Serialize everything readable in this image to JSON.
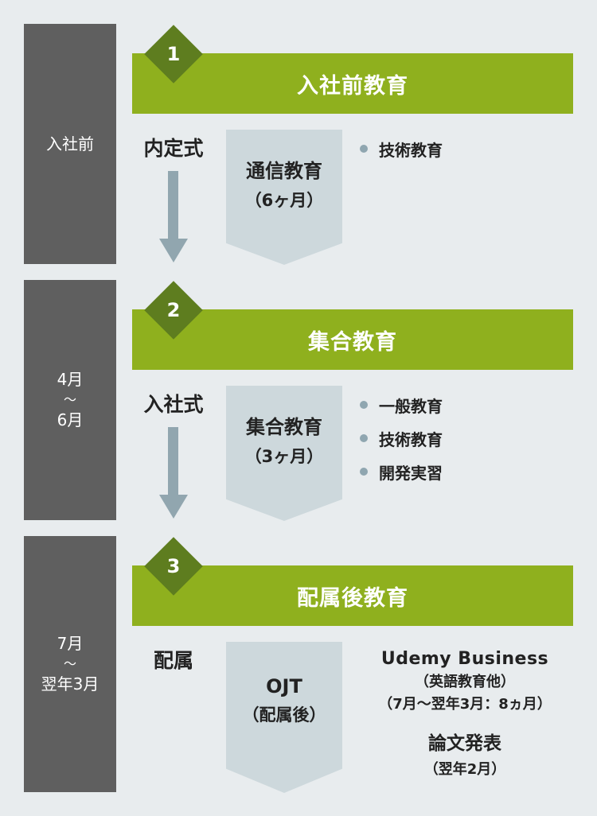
{
  "stages": [
    {
      "period": [
        "入社前"
      ],
      "number": "1",
      "title": "入社前教育",
      "event": "内定式",
      "box_title": "通信教育",
      "box_sub": "（6ヶ月）",
      "bullets": [
        "技術教育"
      ]
    },
    {
      "period": [
        "4月",
        "〜",
        "6月"
      ],
      "number": "2",
      "title": "集合教育",
      "event": "入社式",
      "box_title": "集合教育",
      "box_sub": "（3ヶ月）",
      "bullets": [
        "一般教育",
        "技術教育",
        "開発実習"
      ]
    },
    {
      "period": [
        "7月",
        "〜",
        "翌年3月"
      ],
      "number": "3",
      "title": "配属後教育",
      "event": "配属",
      "box_title": "OJT",
      "box_sub": "（配属後）",
      "notes": [
        "Udemy Business",
        "（英語教育他）",
        "（7月〜翌年3月：8ヵ月）",
        "論文発表",
        "（翌年2月）"
      ]
    }
  ],
  "colors": {
    "background": "#e8ecee",
    "sidebar": "#5f5f5f",
    "header_bar": "#8fb01e",
    "badge": "#5e7d1f",
    "chevron": "#cdd8dc",
    "arrow": "#91a6af",
    "bullet_dot": "#8fa6b0"
  }
}
